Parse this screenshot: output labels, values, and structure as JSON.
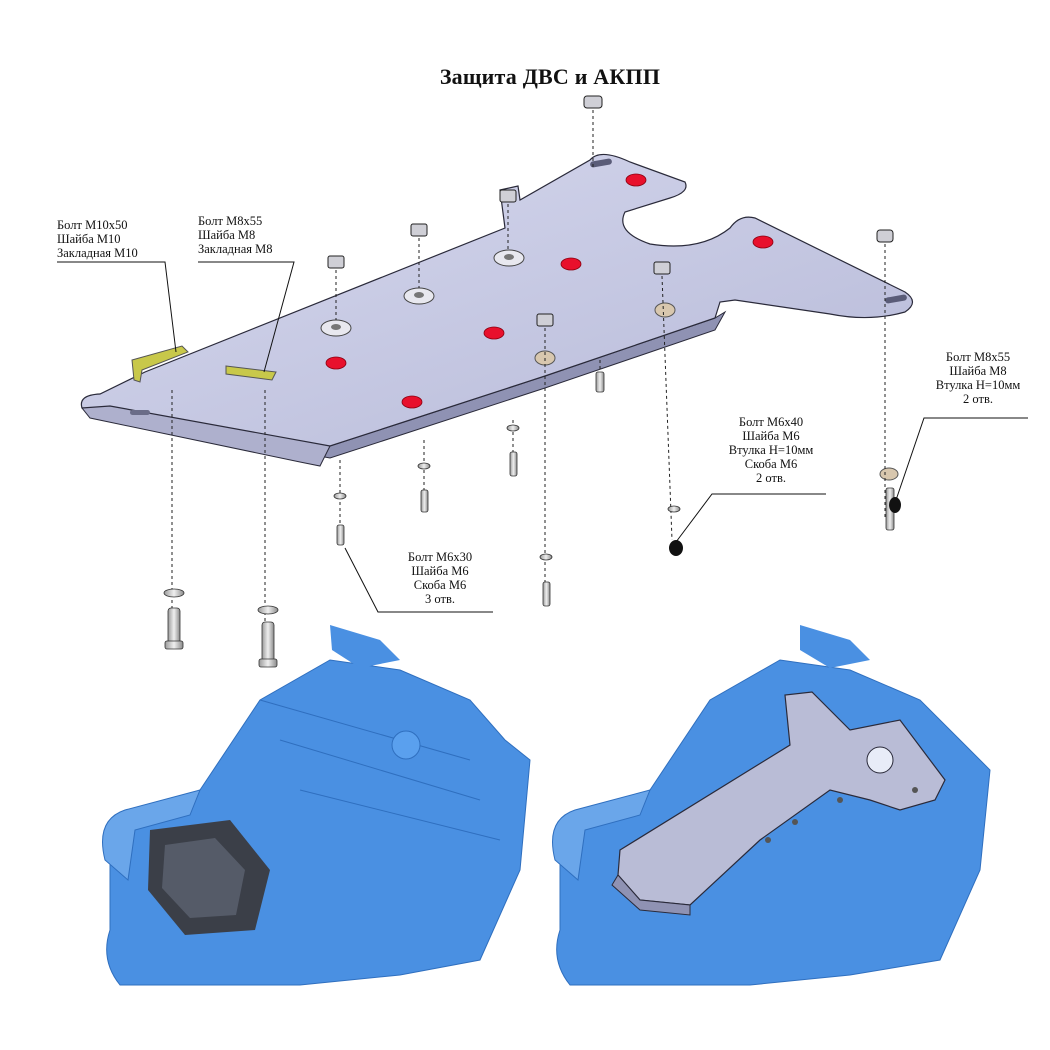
{
  "title": "Защита ДВС и АКПП",
  "callouts": {
    "m10": [
      "Болт М10х50",
      "Шайба М10",
      "Закладная М10"
    ],
    "m8_left": [
      "Болт М8х55",
      "Шайба М8",
      "Закладная М8"
    ],
    "m6x30": [
      "Болт М6х30",
      "Шайба М6",
      "Скоба М6",
      "3 отв."
    ],
    "m6x40": [
      "Болт М6х40",
      "Шайба М6",
      "Втулка H=10мм",
      "Скоба М6",
      "2 отв."
    ],
    "m8_right": [
      "Болт М8х55",
      "Шайба М8",
      "Втулка H=10мм",
      "2 отв."
    ]
  },
  "colors": {
    "plate": "#c9cbe6",
    "plate_edge": "#2a2a3a",
    "red_plug": "#e8102c",
    "yellow_insert": "#c8c84a",
    "scan_blue": "#4a90e2",
    "bushing": "#d8c7ae"
  },
  "icons": {
    "plate": "skid-plate-illustration",
    "scan_before": "car-underbody-scan-before",
    "scan_after": "car-underbody-scan-with-plate"
  }
}
